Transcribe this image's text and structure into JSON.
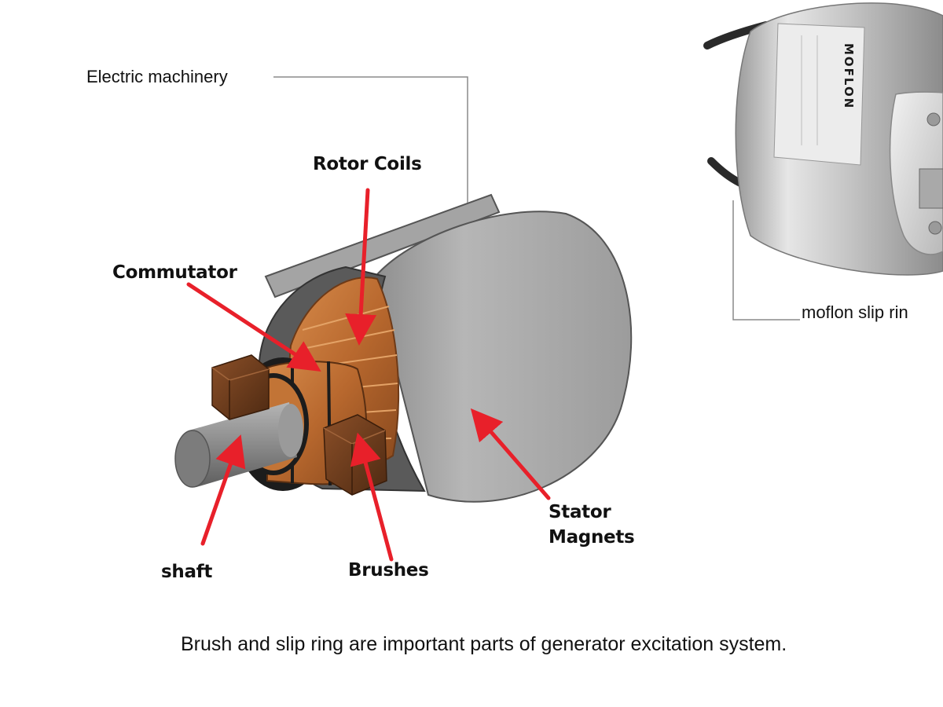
{
  "labels": {
    "electric_machinery": "Electric machinery",
    "rotor_coils": "Rotor Coils",
    "commutator": "Commutator",
    "stator_line1": "Stator",
    "stator_line2": "Magnets",
    "shaft": "shaft",
    "brushes": "Brushes",
    "slip_ring": "moflon slip rin"
  },
  "slip_ring_brand": "MOFLON",
  "caption": "Brush and slip ring are important parts of generator excitation system.",
  "colors": {
    "arrow": "#e8202a",
    "copper": "#b8682e",
    "copper_dark": "#6e3a17",
    "stator": "#a9a9a9",
    "steel": "#cfcfcf",
    "leader_line": "#8a8a8a"
  }
}
